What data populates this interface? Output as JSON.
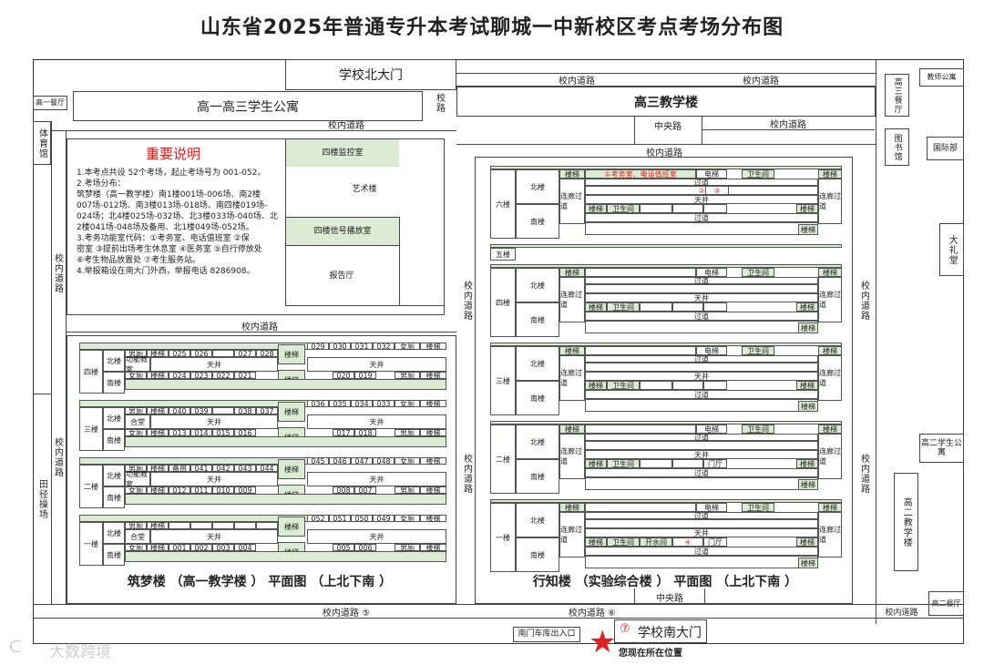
{
  "title": "山东省2025年普通专升本考试聊城一中新校区考点考场分布图",
  "gates": {
    "north": "学校北大门",
    "south": "学校南大门",
    "south_marker": "⑦",
    "garage": "南门车库出入口",
    "you_are_here": "您现在所在位置"
  },
  "roads": {
    "campus_road": "校内道路",
    "campus_road_5": "校内道路 ⑤",
    "campus_road_6": "校内道路 ⑥",
    "central_road": "中央路",
    "road_short": "校路",
    "road_vertical": "校内道路"
  },
  "places": {
    "g1_canteen": "高一餐厅",
    "g1_g3_dorm": "高一高三学生公寓",
    "gym": "体育馆",
    "field": "田径操场",
    "g3_building": "高三教学楼",
    "g3_canteen": "高三餐厅",
    "teacher_dorm": "教师公寓",
    "library": "图书馆",
    "intl_dept": "国际部",
    "auditorium": "大礼堂",
    "g2_dorm": "高二学生公寓",
    "g2_building": "高二教学楼",
    "g2_canteen": "高二餐厅",
    "art_building": "艺术楼",
    "monitor_room": "四楼监控室",
    "signal_room": "四楼信号播放室",
    "lecture_hall": "报告厅"
  },
  "notes": {
    "heading": "重要说明",
    "lines": [
      "1.本考点共设 52个考场，起止考场号为 001-052。",
      "2.考场分布：",
      "筑梦楼（高一教学楼）南1楼001场-006场、南2楼",
      "007场-012场、南3楼013场-018场、南四楼019场-",
      "024场；北4楼025场-032场、北3楼033场-040场、北",
      "2楼041场-048场及备用、北1楼049场-052场。",
      "3.考务功能室代码：①考务室、电话值班室 ②保",
      "密室 ③提前出场考生休息室 ④医务室 ⑤自行停放处",
      "⑥考生物品放置处 ⑦考生服务站。",
      "4.举报箱设在南大门外西，举报电话 8286908。"
    ]
  },
  "zhumeng": {
    "title": "筑梦楼 （高一教学楼 ） 平面图 （上北下南 ）",
    "labels": {
      "north": "北楼",
      "south": "南楼",
      "toilet": "男厕",
      "toilet_f": "女厕",
      "stairs": "楼梯",
      "patio": "天井",
      "office": "功能教室",
      "hall": "合堂",
      "spare": "备用"
    },
    "floors": [
      {
        "name": "四楼",
        "north_rooms": [
          "025",
          "026",
          "",
          "027",
          "028"
        ],
        "north_rooms_r": [
          "029",
          "030",
          "031",
          "032"
        ],
        "south_rooms": [
          "024",
          "023",
          "022",
          "021"
        ],
        "south_rooms_r": [
          "020",
          "019"
        ],
        "north_left": "功能教室"
      },
      {
        "name": "三楼",
        "north_rooms": [
          "040",
          "039",
          "",
          "038",
          "037"
        ],
        "north_rooms_r": [
          "036",
          "035",
          "034",
          "033"
        ],
        "south_rooms": [
          "013",
          "014",
          "015",
          "016"
        ],
        "south_rooms_r": [
          "017",
          "018"
        ],
        "north_left": "合堂"
      },
      {
        "name": "二楼",
        "north_rooms": [
          "备用",
          "041",
          "042",
          "043",
          "044"
        ],
        "north_rooms_r": [
          "045",
          "046",
          "047",
          "048"
        ],
        "south_rooms": [
          "012",
          "011",
          "010",
          "009"
        ],
        "south_rooms_r": [
          "008",
          "007"
        ],
        "north_left": "功能教室"
      },
      {
        "name": "一楼",
        "north_rooms": [
          "",
          "",
          "",
          "",
          ""
        ],
        "north_rooms_r": [
          "052",
          "051",
          "050",
          "049"
        ],
        "south_rooms": [
          "001",
          "002",
          "003",
          "004"
        ],
        "south_rooms_r": [
          "005",
          "006"
        ],
        "north_left": "合堂"
      }
    ]
  },
  "xingzhi": {
    "title": "行知楼 （实验综合楼 ） 平面图 （上北下南 ）",
    "labels": {
      "north": "北楼",
      "south": "南楼",
      "stairs": "楼梯",
      "elevator": "电梯",
      "restroom": "卫生间",
      "water": "开水间",
      "corridor": "过道",
      "bridge": "连廊过道",
      "patio": "天井",
      "lobby": "门厅"
    },
    "floors": [
      "六楼",
      "五楼",
      "四楼",
      "三楼",
      "二楼",
      "一楼"
    ],
    "room_exam_office": "①考务室、电话值班室",
    "room_2": "②",
    "room_3": "③",
    "room_4": "④"
  },
  "watermark": "大数跨境"
}
